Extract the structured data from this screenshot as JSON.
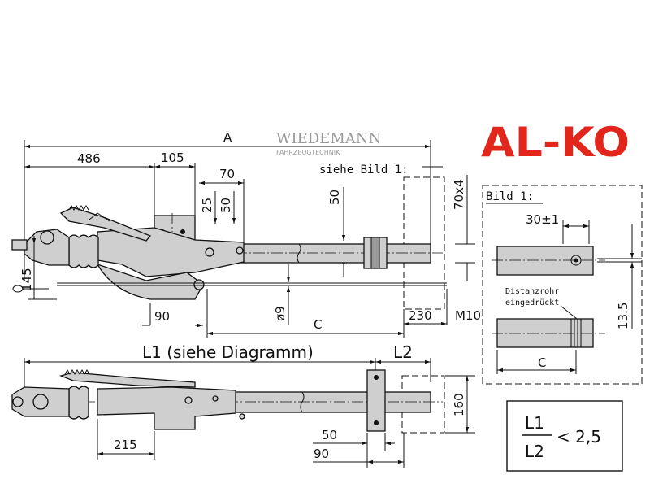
{
  "logo": {
    "text": "AL-KO",
    "color": "#e2261c"
  },
  "watermark": {
    "name": "WIEDEMANN",
    "subtitle": "FAHRZEUGTECHNIK"
  },
  "note_bild": "siehe Bild 1:",
  "top_view": {
    "dim_A": "A",
    "dim_486": "486",
    "dim_105": "105",
    "dim_70": "70",
    "dim_25": "25",
    "dim_50a": "50",
    "dim_50b": "50",
    "dim_70x4": "70x4",
    "dim_145": "145",
    "dim_90": "90",
    "dim_phi9": "ø9",
    "dim_C": "C",
    "dim_230": "230",
    "dim_M10": "M10"
  },
  "bottom_view": {
    "dim_L1": "L1 (siehe Diagramm)",
    "dim_L2": "L2",
    "dim_160": "160",
    "dim_215": "215",
    "dim_50": "50",
    "dim_90": "90"
  },
  "detail": {
    "title": "Bild 1:",
    "dim_30": "30±1",
    "dim_13_5": "13.5",
    "label_line1": "Distanzrohr",
    "label_line2": "eingedrückt",
    "dim_C": "C"
  },
  "ratio": {
    "numerator": "L1",
    "denominator": "L2",
    "relation": "< 2,5"
  }
}
